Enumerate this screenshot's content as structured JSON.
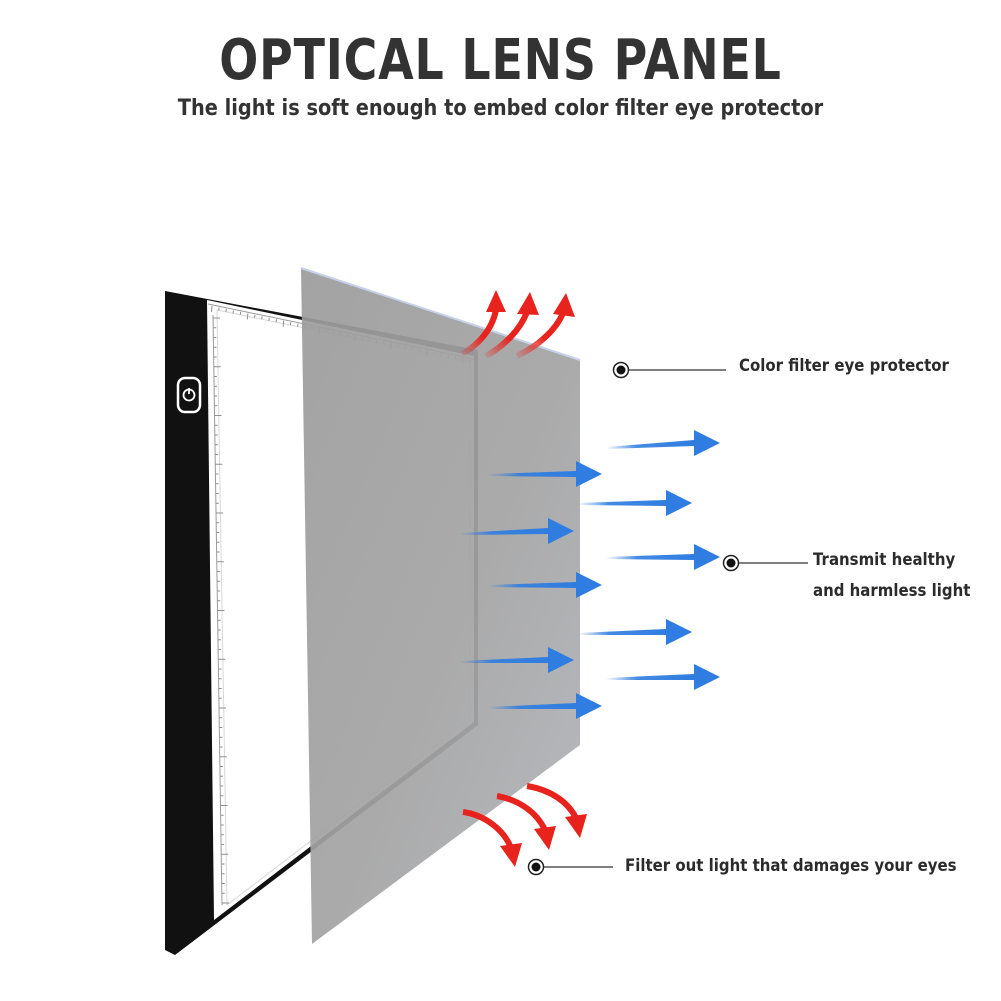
{
  "header": {
    "title": "OPTICAL LENS PANEL",
    "subtitle": "The light is soft enough to embed color filter eye protector"
  },
  "callouts": {
    "filter": "Color filter eye protector",
    "transmit_line1": "Transmit healthy",
    "transmit_line2": "and harmless light",
    "blocked": "Filter out light that damages your eyes"
  },
  "colors": {
    "pad_frame": "#111111",
    "filter_sheet": "#9a9a9a",
    "transmitted_arrow": "#2f7de0",
    "blocked_arrow": "#e8221c",
    "text": "#333333"
  },
  "icons": {
    "pad_button": "power-touch-icon"
  }
}
